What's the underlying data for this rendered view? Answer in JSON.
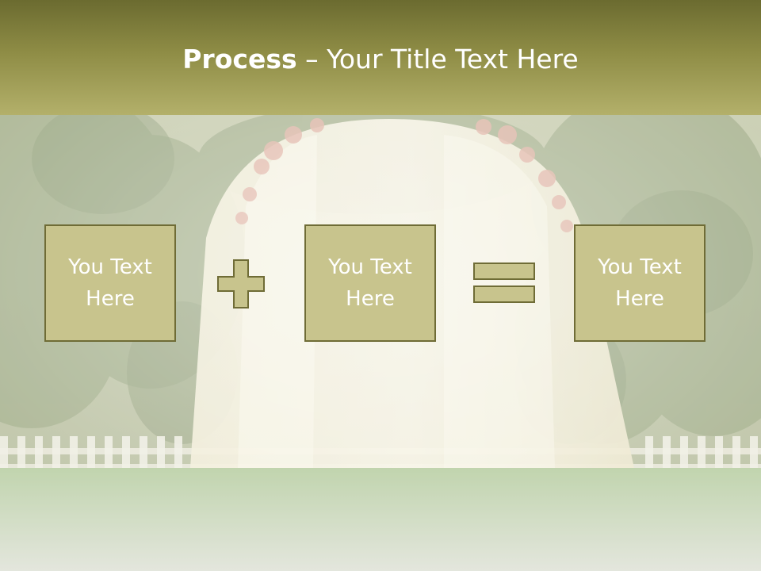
{
  "slide": {
    "title_bold": "Process",
    "title_rest": " – Your Title Text Here",
    "boxes": [
      {
        "text": "You Text Here"
      },
      {
        "text": "You Text Here"
      },
      {
        "text": "You Text Here"
      }
    ],
    "operators": [
      "plus-icon",
      "equals-icon"
    ],
    "colors": {
      "title_bar": "#8e8c45",
      "box_fill": "#c8c48d",
      "box_border": "#6f6c36",
      "title_text": "#ffffff"
    },
    "background": "garden wedding arch with white drapes and flowers, washed-out overlay"
  }
}
